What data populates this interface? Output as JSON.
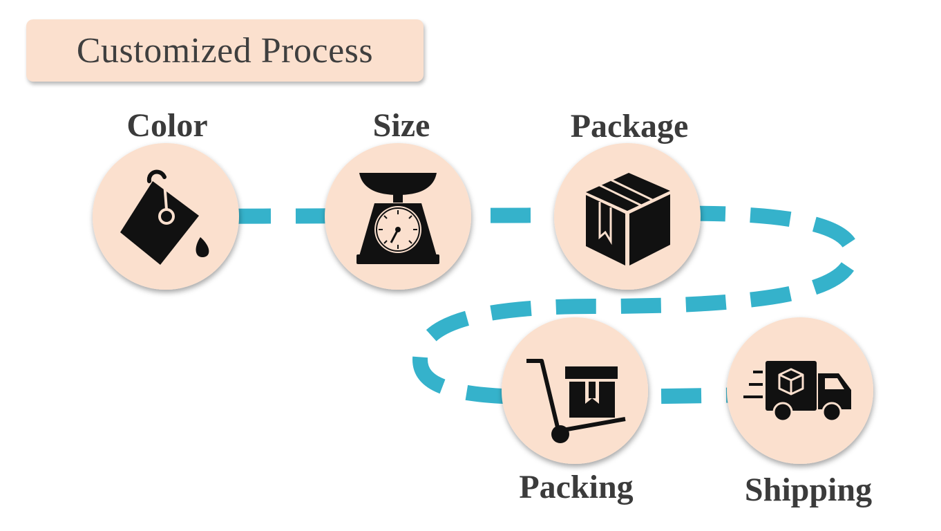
{
  "title": "Customized Process",
  "steps": [
    {
      "label": "Color",
      "icon": "paint-bucket-icon"
    },
    {
      "label": "Size",
      "icon": "weighing-scale-icon"
    },
    {
      "label": "Package",
      "icon": "box-icon"
    },
    {
      "label": "Packing",
      "icon": "hand-truck-icon"
    },
    {
      "label": "Shipping",
      "icon": "delivery-truck-icon"
    }
  ],
  "colors": {
    "circle_fill": "#fbe0ce",
    "path_dash": "#35b2cb",
    "title_fill": "#fbe0ce",
    "text": "#3b3b3b",
    "icon": "#111111"
  }
}
